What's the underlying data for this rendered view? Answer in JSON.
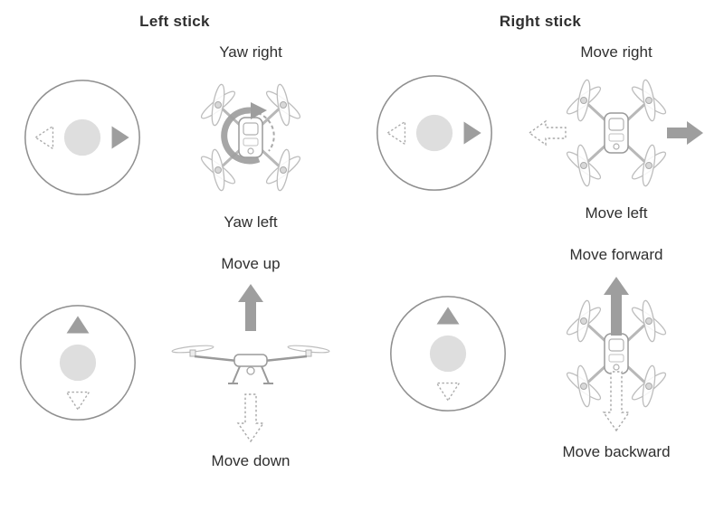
{
  "columns": [
    {
      "header": "Left stick",
      "panels": [
        {
          "top_label": "Yaw right",
          "bottom_label": "Yaw left",
          "stick_axis": "horizontal",
          "drone_view": "top-rotation"
        },
        {
          "top_label": "Move up",
          "bottom_label": "Move down",
          "stick_axis": "vertical",
          "drone_view": "side-vertical"
        }
      ]
    },
    {
      "header": "Right stick",
      "panels": [
        {
          "top_label": "Move right",
          "bottom_label": "Move left",
          "stick_axis": "horizontal",
          "drone_view": "top-horizontal"
        },
        {
          "top_label": "Move forward",
          "bottom_label": "Move backward",
          "stick_axis": "vertical",
          "drone_view": "top-vertical"
        }
      ]
    }
  ],
  "colors": {
    "solid_arrow": "#9e9e9e",
    "dotted_arrow": "#a8a8a8",
    "stick_outline": "#8f8f8f",
    "stick_center_fill": "#dedede",
    "drone_outline": "#a5a5a5",
    "text": "#2f2f2f"
  }
}
